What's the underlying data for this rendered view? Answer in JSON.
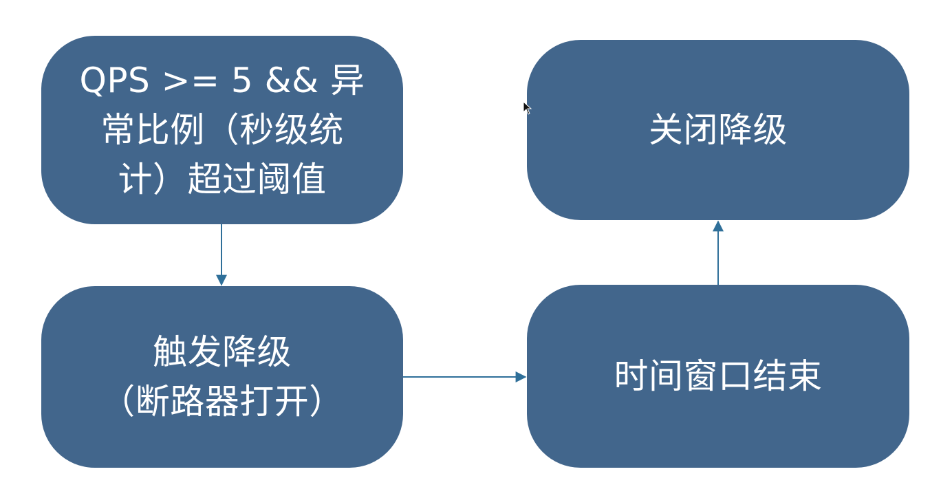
{
  "nodes": {
    "threshold": {
      "text": "QPS >= 5 && 异\n常比例（秒级统\n计）超过阈值"
    },
    "trigger": {
      "text": "触发降级\n（断路器打开）"
    },
    "window_end": {
      "text": "时间窗口结束"
    },
    "close": {
      "text": "关闭降级"
    }
  },
  "edges": [
    {
      "from": "threshold",
      "to": "trigger"
    },
    {
      "from": "trigger",
      "to": "window_end"
    },
    {
      "from": "window_end",
      "to": "close"
    }
  ],
  "colors": {
    "node_fill": "#42668c",
    "node_text": "#ffffff",
    "edge": "#2f6f99",
    "background": "#ffffff"
  },
  "cursor": {
    "icon": "mouse-pointer-icon"
  }
}
